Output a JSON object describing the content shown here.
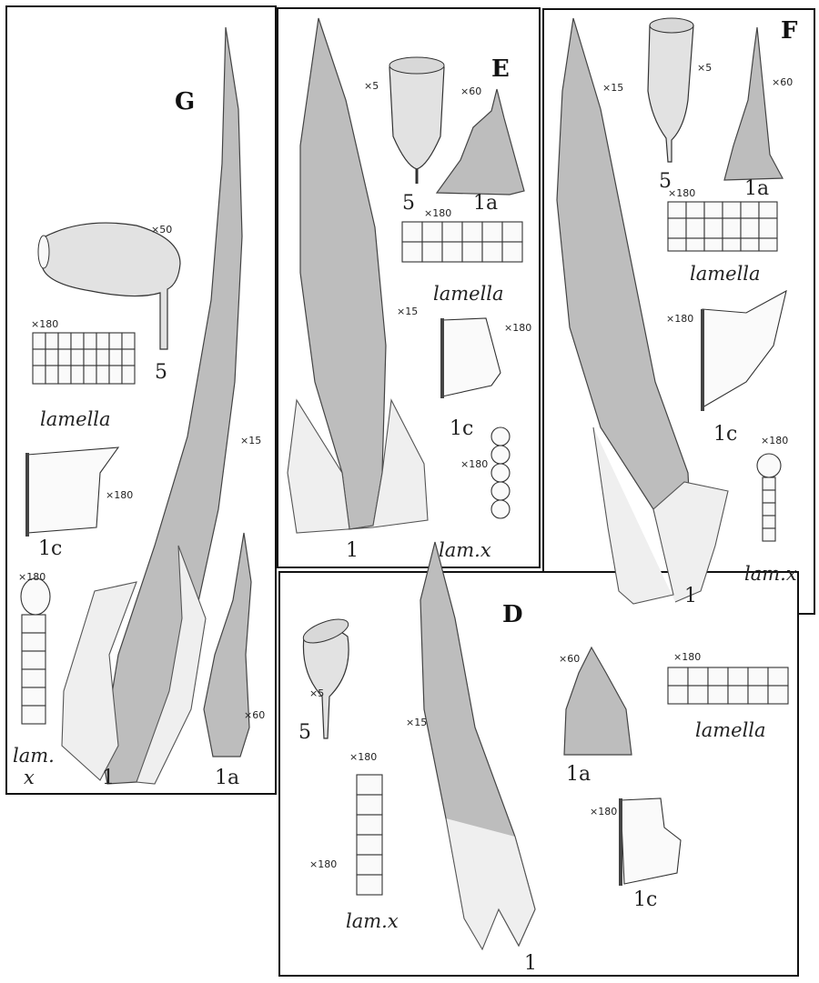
{
  "panels": {
    "G": {
      "letter": "G",
      "mag_capsule": "×50",
      "mag_lamella": "×180",
      "mag_leaf": "×15",
      "mag_1c": "×180",
      "mag_lamx": "×180",
      "mag_1a": "×60",
      "label_capsule": "5",
      "label_lamella": "lamella",
      "label_1c": "1c",
      "label_lamx_1": "lam.",
      "label_lamx_2": "x",
      "label_leaf": "1",
      "label_1a": "1a"
    },
    "E": {
      "letter": "E",
      "mag_capsule": "×5",
      "mag_1a": "×60",
      "mag_lamella": "×180",
      "mag_leaf": "×15",
      "mag_1c": "×180",
      "mag_lamx": "×180",
      "label_capsule": "5",
      "label_1a": "1a",
      "label_lamella": "lamella",
      "label_1c": "1c",
      "label_leaf": "1",
      "label_lamx": "lam.x"
    },
    "F": {
      "letter": "F",
      "mag_leaf": "×15",
      "mag_capsule": "×5",
      "mag_1a": "×60",
      "mag_lamella": "×180",
      "mag_1c": "×180",
      "mag_lamx": "×180",
      "label_capsule": "5",
      "label_1a": "1a",
      "label_lamella": "lamella",
      "label_1c": "1c",
      "label_lamx": "lam.x",
      "label_leaf": "1"
    },
    "D": {
      "letter": "D",
      "mag_capsule": "×5",
      "mag_leaf": "×15",
      "mag_lamx_top": "×180",
      "mag_lamx_side": "×180",
      "mag_1a": "×60",
      "mag_lamella": "×180",
      "mag_1c": "×180",
      "label_capsule": "5",
      "label_lamx": "lam.x",
      "label_1a": "1a",
      "label_lamella": "lamella",
      "label_1c": "1c",
      "label_leaf": "1"
    }
  }
}
